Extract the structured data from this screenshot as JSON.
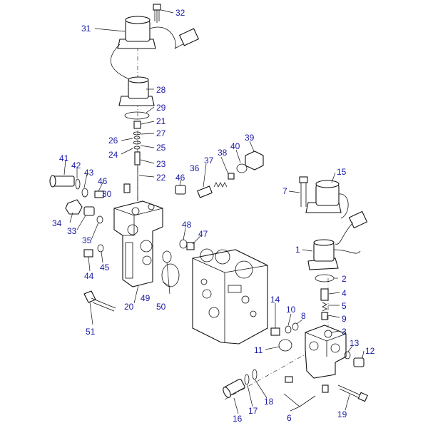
{
  "callouts": [
    {
      "id": "1",
      "label": "1"
    },
    {
      "id": "2",
      "label": "2"
    },
    {
      "id": "3",
      "label": "3"
    },
    {
      "id": "4",
      "label": "4"
    },
    {
      "id": "5",
      "label": "5"
    },
    {
      "id": "6",
      "label": "6"
    },
    {
      "id": "7",
      "label": "7"
    },
    {
      "id": "8",
      "label": "8"
    },
    {
      "id": "9",
      "label": "9"
    },
    {
      "id": "10",
      "label": "10"
    },
    {
      "id": "11",
      "label": "11"
    },
    {
      "id": "12",
      "label": "12"
    },
    {
      "id": "13",
      "label": "13"
    },
    {
      "id": "14",
      "label": "14"
    },
    {
      "id": "15",
      "label": "15"
    },
    {
      "id": "16",
      "label": "16"
    },
    {
      "id": "17",
      "label": "17"
    },
    {
      "id": "18",
      "label": "18"
    },
    {
      "id": "19",
      "label": "19"
    },
    {
      "id": "20",
      "label": "20"
    },
    {
      "id": "21",
      "label": "21"
    },
    {
      "id": "22",
      "label": "22"
    },
    {
      "id": "23",
      "label": "23"
    },
    {
      "id": "24",
      "label": "24"
    },
    {
      "id": "25",
      "label": "25"
    },
    {
      "id": "26",
      "label": "26"
    },
    {
      "id": "27",
      "label": "27"
    },
    {
      "id": "28",
      "label": "28"
    },
    {
      "id": "29",
      "label": "29"
    },
    {
      "id": "30",
      "label": "30"
    },
    {
      "id": "31",
      "label": "31"
    },
    {
      "id": "32",
      "label": "32"
    },
    {
      "id": "33",
      "label": "33"
    },
    {
      "id": "34",
      "label": "34"
    },
    {
      "id": "35",
      "label": "35"
    },
    {
      "id": "36",
      "label": "36"
    },
    {
      "id": "37",
      "label": "37"
    },
    {
      "id": "38",
      "label": "38"
    },
    {
      "id": "39",
      "label": "39"
    },
    {
      "id": "40",
      "label": "40"
    },
    {
      "id": "41",
      "label": "41"
    },
    {
      "id": "42",
      "label": "42"
    },
    {
      "id": "43",
      "label": "43"
    },
    {
      "id": "44",
      "label": "44"
    },
    {
      "id": "45",
      "label": "45"
    },
    {
      "id": "46a",
      "label": "46"
    },
    {
      "id": "46b",
      "label": "46"
    },
    {
      "id": "47",
      "label": "47"
    },
    {
      "id": "48",
      "label": "48"
    },
    {
      "id": "49",
      "label": "49"
    },
    {
      "id": "50",
      "label": "50"
    },
    {
      "id": "51",
      "label": "51"
    }
  ],
  "colors": {
    "callout_text": "#1a1aa6",
    "line": "#111111",
    "background": "#ffffff"
  }
}
